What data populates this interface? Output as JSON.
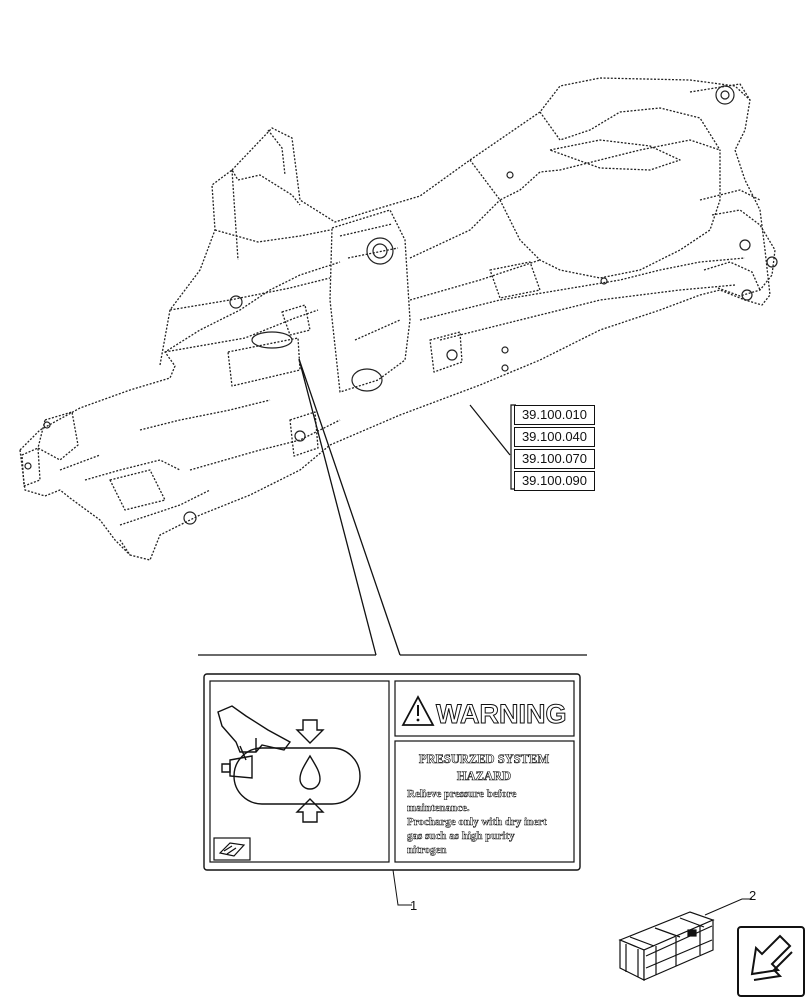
{
  "references": [
    "39.100.010",
    "39.100.040",
    "39.100.070",
    "39.100.090"
  ],
  "callouts": {
    "decal": "1",
    "crate": "2"
  },
  "decal": {
    "warning_title": "WARNING",
    "hazard_title_line1": "PRESURZED SYSTEM",
    "hazard_title_line2": "HAZARD",
    "hazard_body": [
      "Relieve pressure before",
      "maintenance.",
      "Procharge only with dry inert",
      "gas such as high purity",
      "nitrogen"
    ]
  },
  "colors": {
    "line": "#111111",
    "background": "#ffffff"
  },
  "icons": [
    "pressure-tank-icon",
    "warning-triangle-icon",
    "manual-book-icon",
    "crate-icon",
    "navigation-arrow-icon"
  ]
}
